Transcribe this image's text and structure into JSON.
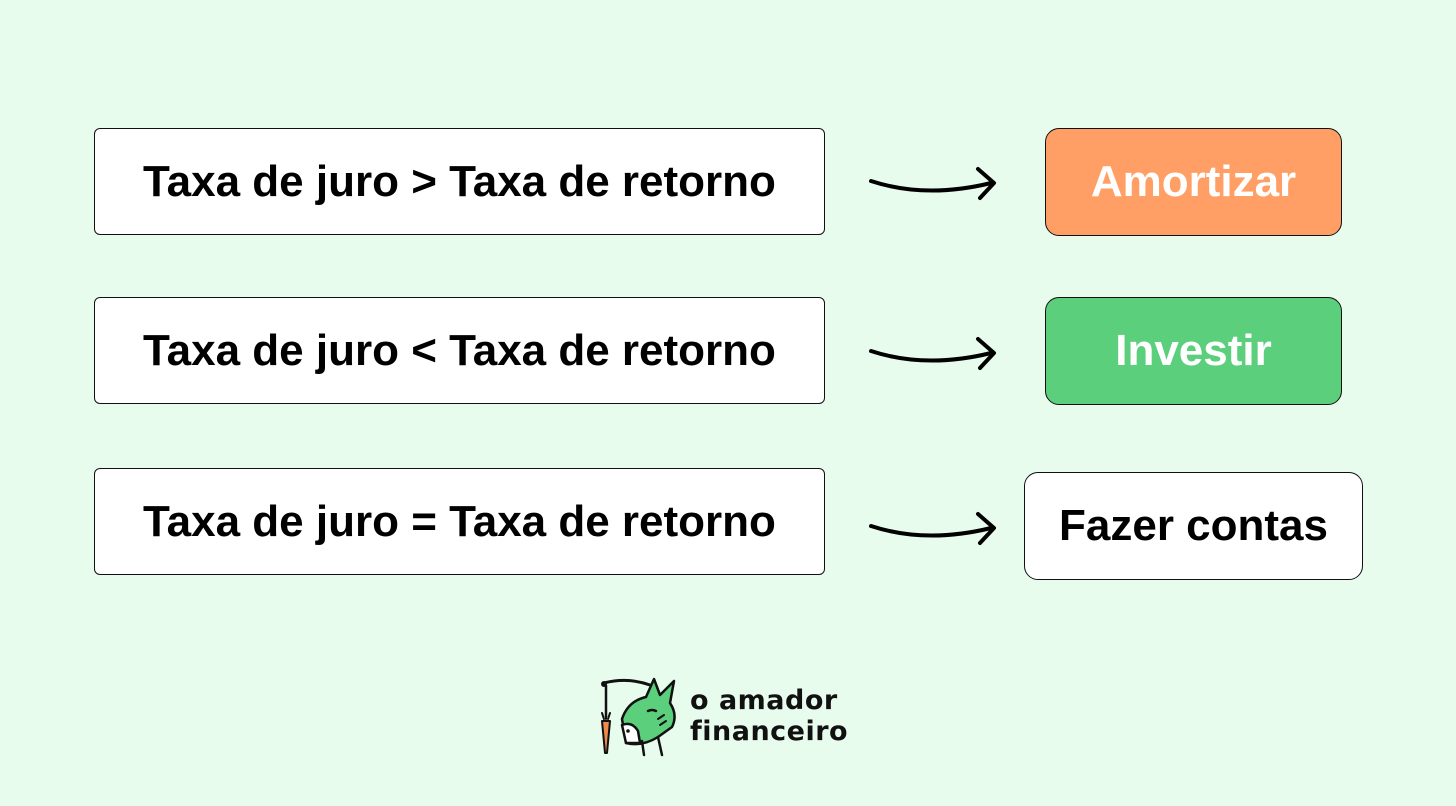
{
  "rows": [
    {
      "condition": "Taxa de juro > Taxa de retorno",
      "result": "Amortizar",
      "result_bg": "#ff9f66",
      "result_fg": "#ffffff"
    },
    {
      "condition": "Taxa de juro < Taxa de retorno",
      "result": "Investir",
      "result_bg": "#5bcf7b",
      "result_fg": "#ffffff"
    },
    {
      "condition": "Taxa de juro = Taxa de retorno",
      "result": "Fazer contas",
      "result_bg": "#ffffff",
      "result_fg": "#000000"
    }
  ],
  "logo": {
    "line1": "o amador",
    "line2": "financeiro",
    "icon": "donkey-carrot-icon"
  },
  "colors": {
    "background": "#e8fcee",
    "border": "#111111",
    "logo_green": "#5bcf7b",
    "carrot": "#f08a4b"
  }
}
